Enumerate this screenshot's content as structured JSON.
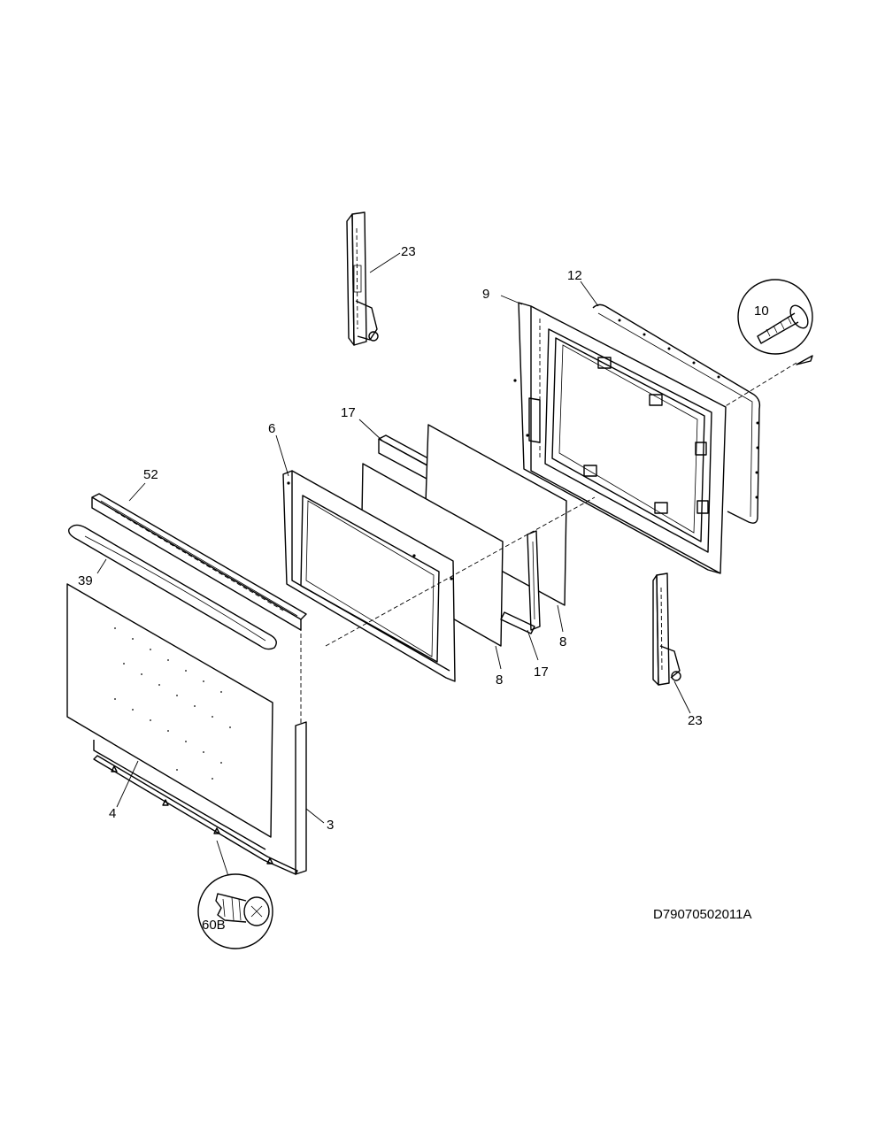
{
  "diagram": {
    "drawing_id": "D79070502011A",
    "callouts": {
      "hinge_top": "23",
      "hinge_bottom": "23",
      "liner": "9",
      "gasket": "12",
      "screw_top": "10",
      "glass_pack_top": "17",
      "glass_pack_bottom": "17",
      "glass_inner": "8",
      "glass_outer": "8",
      "door_frame": "6",
      "trim_top": "52",
      "handle": "39",
      "outer_panel": "4",
      "side_trim": "3",
      "screw_bottom": "60B"
    }
  }
}
